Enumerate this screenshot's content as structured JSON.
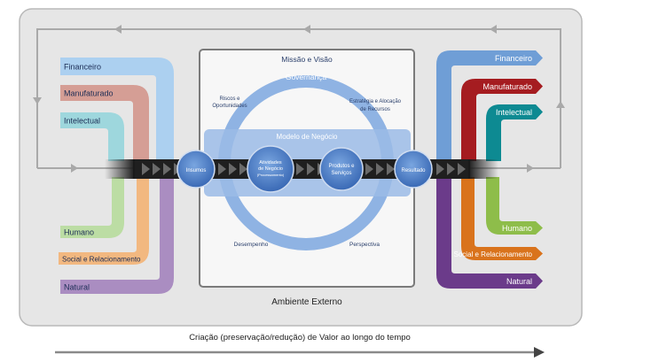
{
  "outer": {
    "label": "Ambiente Externo"
  },
  "core": {
    "mission": "Missão e Visão",
    "governance": "Governança",
    "risks": [
      "Riscos e",
      "Oportunidades"
    ],
    "strategy": [
      "Estratégia e Alocação",
      "de Recursos"
    ],
    "business_model": "Modelo de Negócio",
    "inputs": "Insumos",
    "activities": [
      "Atividades",
      "de Negócio",
      "(Processamento)"
    ],
    "products": [
      "Produtos e",
      "Serviços"
    ],
    "outcomes": "Resultado",
    "performance": "Desempenho",
    "outlook": "Perspectiva"
  },
  "capitals_in": [
    {
      "label": "Financeiro",
      "color": "#a9cff0"
    },
    {
      "label": "Manufaturado",
      "color": "#d49a90"
    },
    {
      "label": "Intelectual",
      "color": "#9ad6dc"
    },
    {
      "label": "Humano",
      "color": "#b9dca0"
    },
    {
      "label": "Social e Relacionamento",
      "color": "#f2b57a"
    },
    {
      "label": "Natural",
      "color": "#a688bf"
    }
  ],
  "capitals_out": [
    {
      "label": "Financeiro",
      "color": "#6f9ed6"
    },
    {
      "label": "Manufaturado",
      "color": "#a51c20"
    },
    {
      "label": "Intelectual",
      "color": "#0d8a92"
    },
    {
      "label": "Humano",
      "color": "#8ebd4a"
    },
    {
      "label": "Social e Relacionamento",
      "color": "#d9731c"
    },
    {
      "label": "Natural",
      "color": "#6b3b8a"
    }
  ],
  "timeline": {
    "label": "Criação (preservação/redução) de Valor ao longo do tempo"
  }
}
